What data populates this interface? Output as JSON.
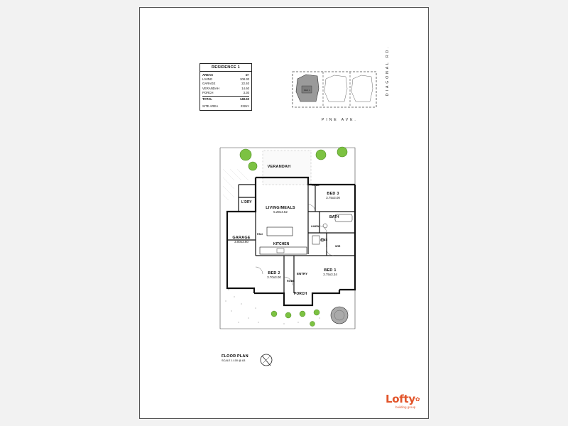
{
  "areas_table": {
    "title": "RESIDENCE 1",
    "header": {
      "label": "AREAS",
      "unit": "m²"
    },
    "rows": [
      {
        "label": "LIVING",
        "value": "108.30"
      },
      {
        "label": "GARAGE",
        "value": "22.40"
      },
      {
        "label": "VERANDAH",
        "value": "14.60"
      },
      {
        "label": "PORCH",
        "value": "3.30"
      }
    ],
    "total": {
      "label": "TOTAL",
      "value": "148.50"
    },
    "site": {
      "label": "SITE AREA",
      "value": "232m²"
    }
  },
  "site_plan": {
    "street": "PINE AVE.",
    "road": "DIAGONAL RD.",
    "lot_label": "RES 1"
  },
  "rooms": {
    "verandah": {
      "name": "VERANDAH"
    },
    "bed3": {
      "name": "BED 3",
      "dims": "3.75x3.00"
    },
    "lobby": {
      "name": "L'DRY"
    },
    "living": {
      "name": "LIVING/MEALS",
      "dims": "5.29x4.52"
    },
    "bath": {
      "name": "BATH"
    },
    "garage": {
      "name": "GARAGE",
      "dims": "3.00x3.60"
    },
    "kitchen": {
      "name": "KITCHEN"
    },
    "ens": {
      "name": "ENS"
    },
    "wir": {
      "name": "WIR"
    },
    "linen": {
      "name": "LINEN"
    },
    "bed2": {
      "name": "BED 2",
      "dims": "3.70x3.00"
    },
    "entry": {
      "name": "ENTRY"
    },
    "bed1": {
      "name": "BED 1",
      "dims": "3.75x3.34"
    },
    "porch": {
      "name": "PORCH"
    },
    "robe1": {
      "name": "ROBE"
    },
    "robe2": {
      "name": "ROBE"
    },
    "pantry": {
      "name": "PAN"
    }
  },
  "floor_plan": {
    "title": "FLOOR PLAN",
    "scale": "SCALE 1:100 @ A3"
  },
  "logo": {
    "word": "Lofty",
    "subtitle": "building group"
  },
  "colors": {
    "brand": "#e2552b",
    "tree": "#7cc242",
    "wall": "#111111"
  }
}
